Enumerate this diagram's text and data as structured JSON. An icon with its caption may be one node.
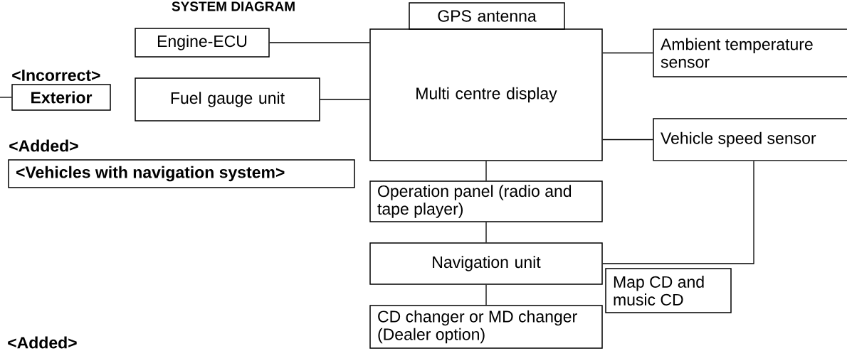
{
  "diagram": {
    "title": "SYSTEM DIAGRAM",
    "nodes": [
      {
        "text": [
          "Engine-ECU"
        ]
      },
      {
        "text": [
          "Exterior"
        ]
      },
      {
        "text": [
          "Fuel gauge unit"
        ]
      },
      {
        "text": [
          "<Vehicles with navigation system>"
        ]
      },
      {
        "text": [
          "GPS antenna"
        ]
      },
      {
        "text": [
          "Multi centre display"
        ]
      },
      {
        "text": [
          "Ambient temperature sensor"
        ]
      },
      {
        "text": [
          "Vehicle speed sensor"
        ]
      },
      {
        "text": [
          "Operation panel (radio and tape player)"
        ]
      },
      {
        "text": [
          "Navigation unit"
        ]
      },
      {
        "text": [
          "Map CD and music CD"
        ]
      },
      {
        "text": [
          "CD changer or MD changer (Dealer option)"
        ]
      }
    ],
    "edges": [
      {
        "from": 0,
        "to": 5,
        "arrow": "none"
      },
      {
        "from": 2,
        "to": 5,
        "arrow": "none"
      },
      {
        "from": 5,
        "to": 6,
        "arrow": "none"
      },
      {
        "from": 5,
        "to": 7,
        "arrow": "none"
      },
      {
        "from": 5,
        "to": 8,
        "arrow": "none"
      },
      {
        "from": 8,
        "to": 9,
        "arrow": "none"
      },
      {
        "from": 9,
        "to": 11,
        "arrow": "none"
      },
      {
        "from": 7,
        "to": 9,
        "arrow": "none"
      },
      {
        "from": null,
        "to": 1,
        "arrow": "none"
      }
    ],
    "labels": [
      "<Incorrect>",
      "<Added>",
      "<Added>"
    ]
  }
}
